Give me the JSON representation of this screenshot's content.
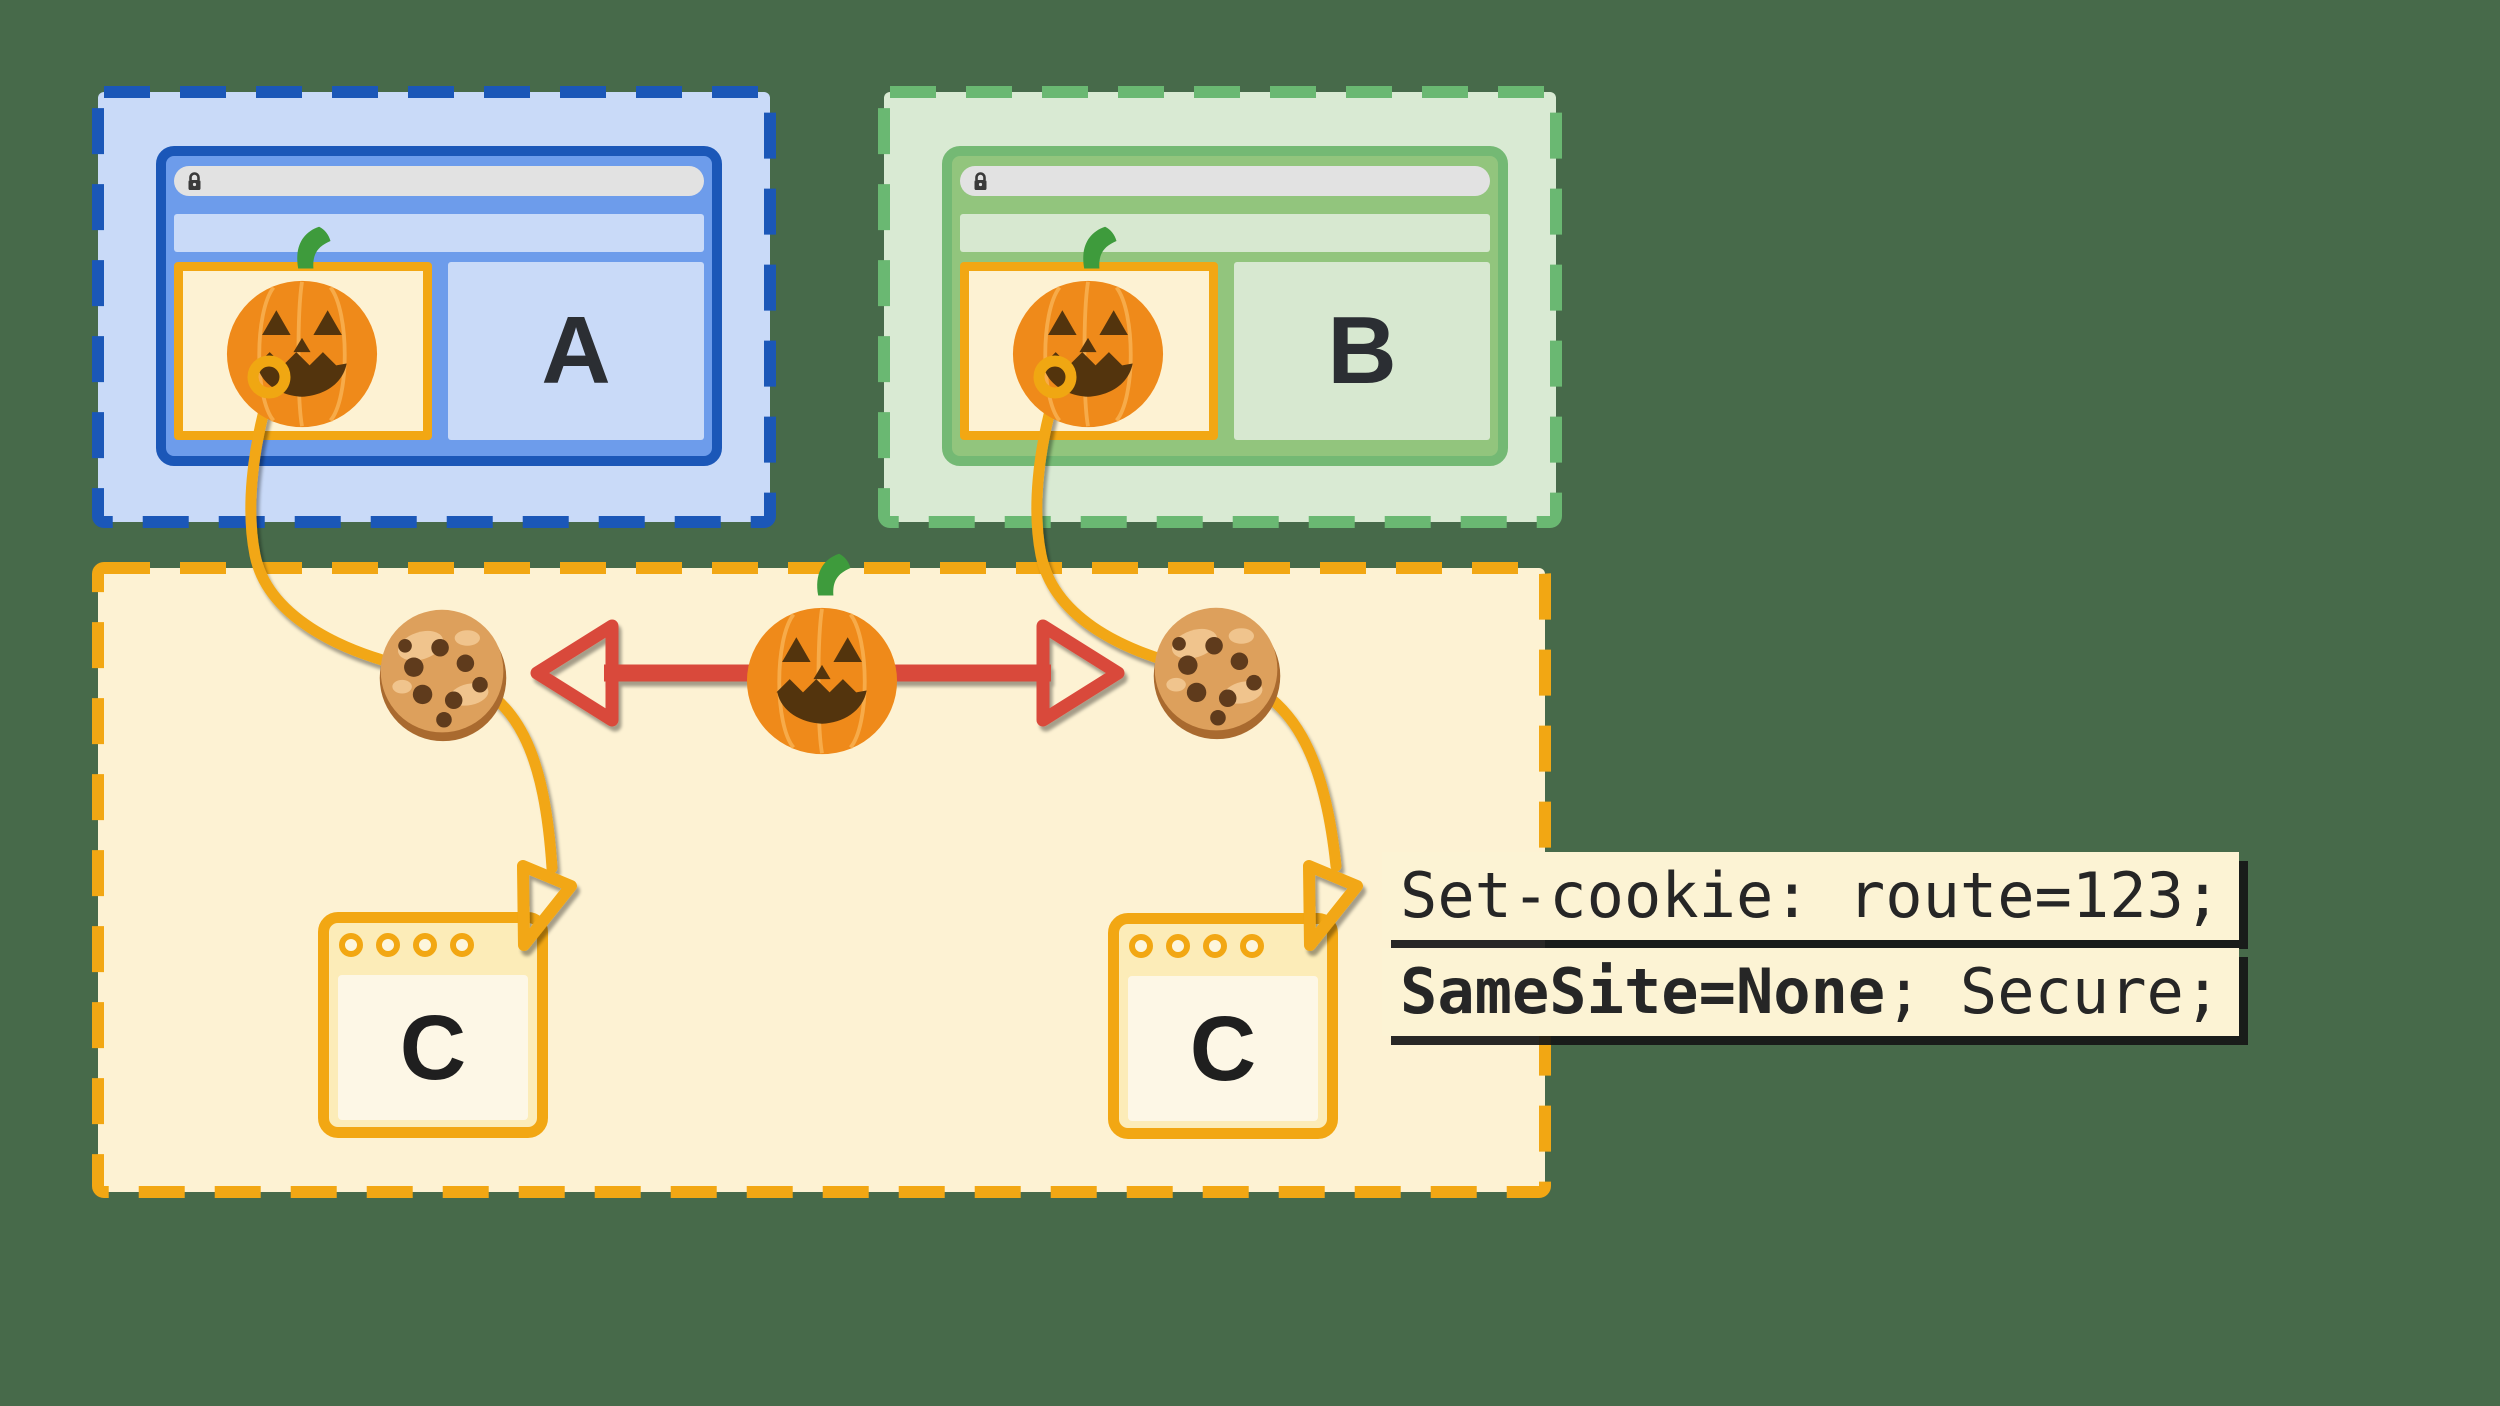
{
  "diagram": {
    "title_semantic": "Third-party cookie sharing between site A and site B via embedded site C",
    "background_color": "#476a4a",
    "site_a": {
      "label": "A",
      "box_fill": "#c9daf8",
      "box_border": "#1b57b8"
    },
    "site_b": {
      "label": "B",
      "box_fill": "#d9ead3",
      "box_border": "#6ab872"
    },
    "shared_site": {
      "fill": "#fdf2d3",
      "border": "#f2a713",
      "server1_label": "C",
      "server2_label": "C"
    },
    "cookie_header": {
      "line1": "Set-cookie: route=123;",
      "line2_bold": "SameSite=None",
      "line2_rest": "; Secure;"
    },
    "colors": {
      "accent_orange": "#f2a713",
      "arrow_red": "#d9483b",
      "cream": "#fdf2d3",
      "window_blue": "#6d9ceb",
      "window_green": "#92c57d",
      "urlbar_gray": "#e2e2e2"
    }
  }
}
